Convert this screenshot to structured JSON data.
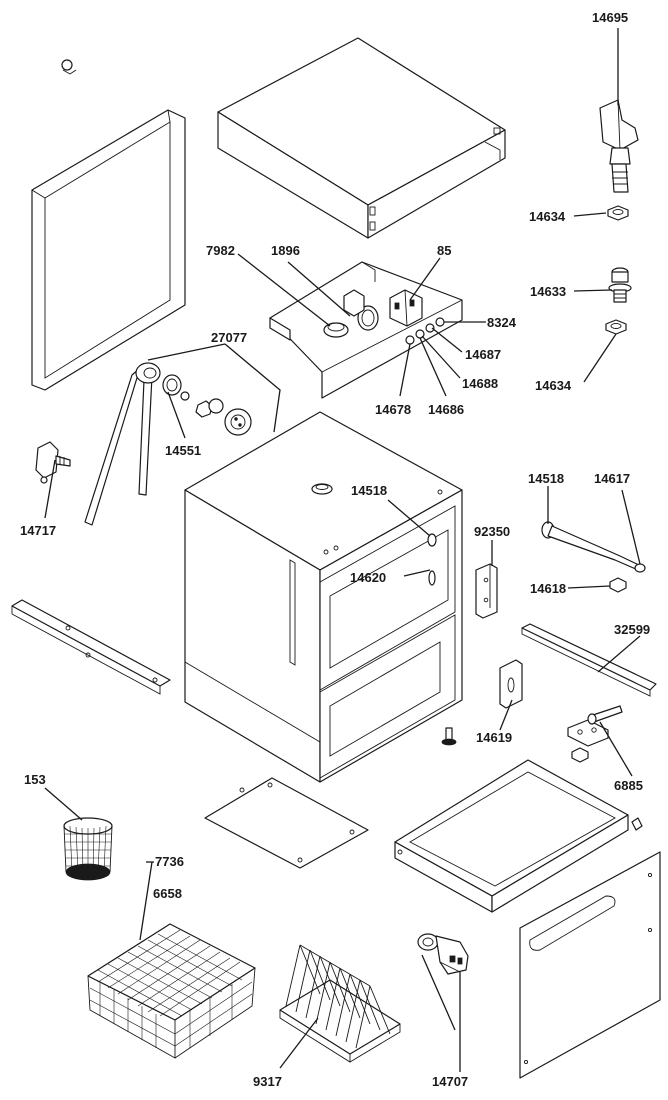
{
  "diagram": {
    "labels": {
      "p14695": "14695",
      "p14634a": "14634",
      "p14633": "14633",
      "p14634b": "14634",
      "p7982": "7982",
      "p1896": "1896",
      "p85": "85",
      "p8324": "8324",
      "p14687": "14687",
      "p14688": "14688",
      "p14678": "14678",
      "p14686": "14686",
      "p27077": "27077",
      "p14551": "14551",
      "p14717": "14717",
      "p14518a": "14518",
      "p14620": "14620",
      "p92350": "92350",
      "p14518b": "14518",
      "p14617": "14617",
      "p14618": "14618",
      "p32599": "32599",
      "p14619": "14619",
      "p6885": "6885",
      "p153": "153",
      "p7736": "7736",
      "p6658": "6658",
      "p9317": "9317",
      "p14707": "14707"
    }
  }
}
